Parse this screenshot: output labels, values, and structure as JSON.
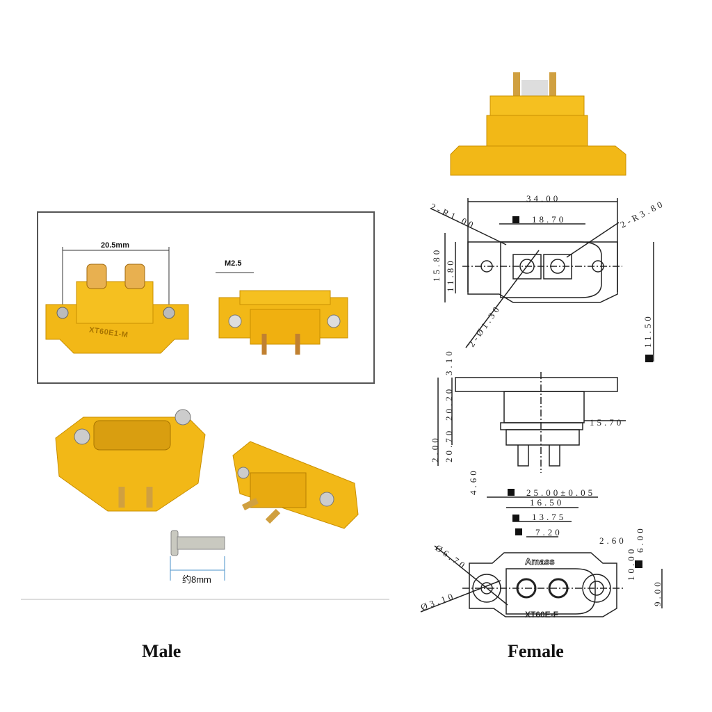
{
  "male": {
    "caption": "Male",
    "pitch_label": "20.5mm",
    "screw_label": "M2.5",
    "screw_length_label": "约8mm",
    "body_marking": "XT60E1-M"
  },
  "female": {
    "caption": "Female",
    "brand": "Amass",
    "model": "XT60E-F",
    "top_view_dims": [
      "34.00",
      "18.70",
      "2-R1.00",
      "2-R3.80",
      "15.80",
      "11.80",
      "2-Ø1.30",
      "11.50"
    ],
    "side_view_dims": [
      "3.10",
      "20.20",
      "20.70",
      "2.00",
      "4.60",
      "15.70"
    ],
    "front_view_dims": [
      "25.00±0.05",
      "16.50",
      "13.75",
      "7.20",
      "2.60",
      "Ø6.70",
      "Ø3.10",
      "9.00",
      "10.00",
      "6.00"
    ]
  },
  "colors": {
    "connector": "#f2b817",
    "outline": "#222222"
  }
}
